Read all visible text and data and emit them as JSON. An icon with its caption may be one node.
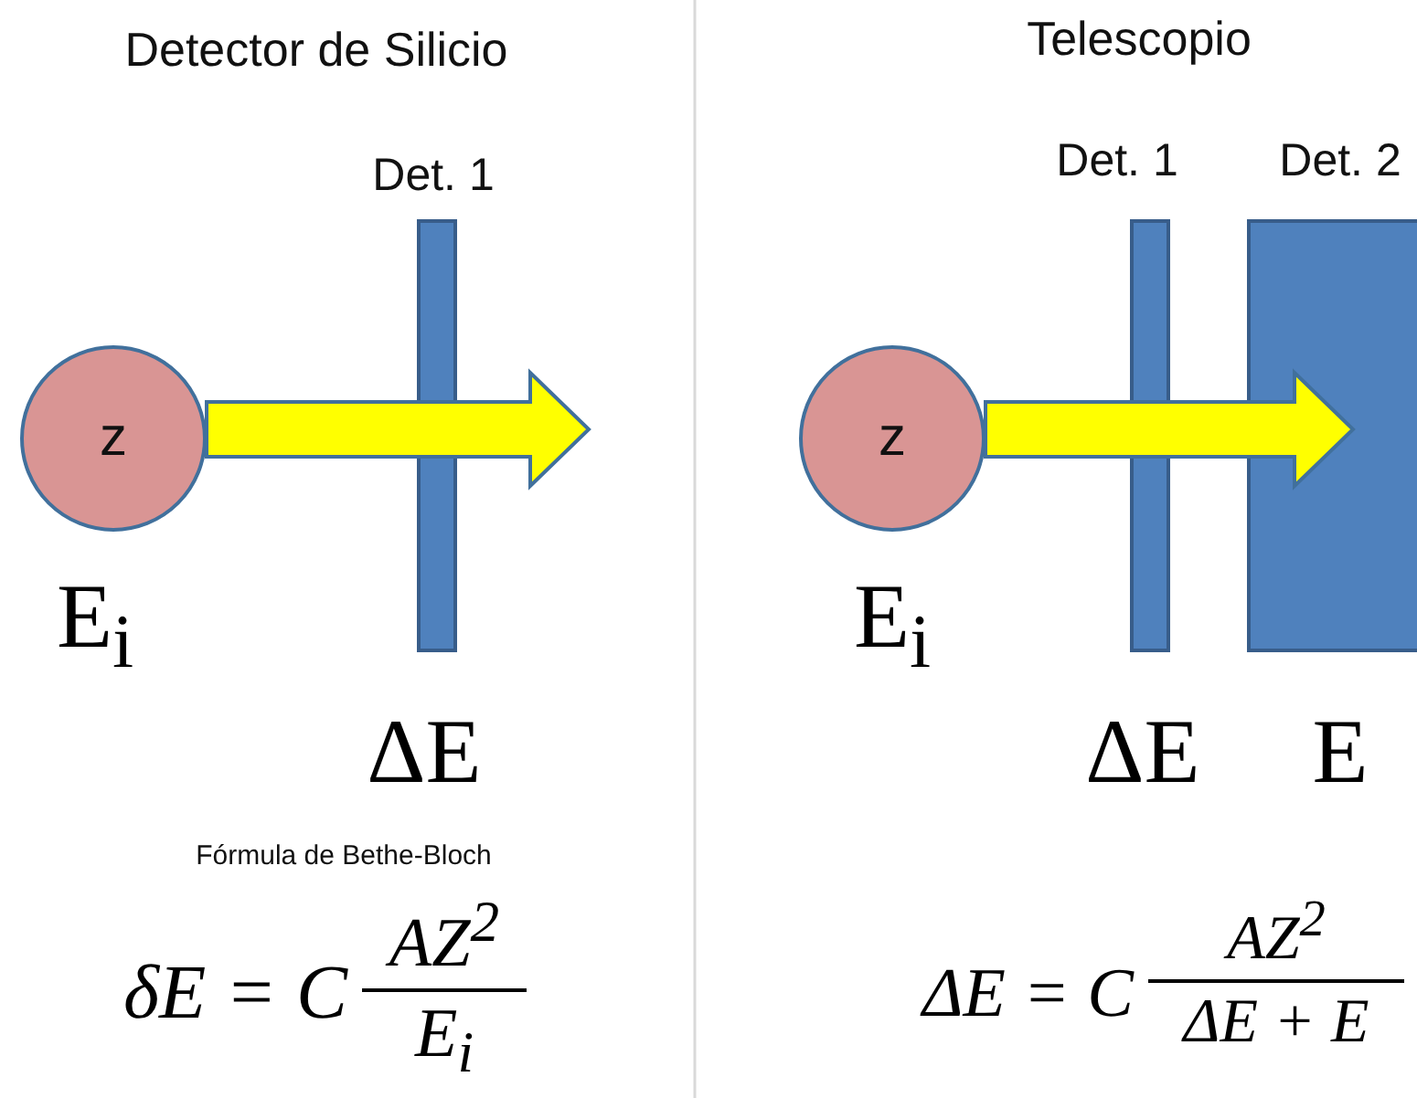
{
  "diagram": {
    "nodes": [
      {
        "text": [
          "z"
        ],
        "beside": [
          "E$_{i}$"
        ]
      },
      {
        "text": [
          "Det. 1"
        ],
        "beside": [
          "ΔE"
        ]
      },
      {
        "text": [
          "z"
        ],
        "beside": [
          "E$_{i}$"
        ]
      },
      {
        "text": [
          "Det. 1"
        ],
        "beside": [
          "ΔE"
        ]
      },
      {
        "text": [
          "Det. 2"
        ],
        "beside": [
          "E"
        ]
      }
    ],
    "edges": [
      {
        "from": 0,
        "to": null,
        "arrow": "to"
      },
      {
        "from": 2,
        "to": null,
        "arrow": "to"
      }
    ],
    "labels": [
      "Detector de Silicio",
      "Telescopio",
      "Fórmula de Bethe-Bloch",
      "δE = C",
      "AZ$^{2}$",
      "E$_{i}$",
      "ΔE = C",
      "AZ$^{2}$",
      "ΔE + E"
    ]
  }
}
